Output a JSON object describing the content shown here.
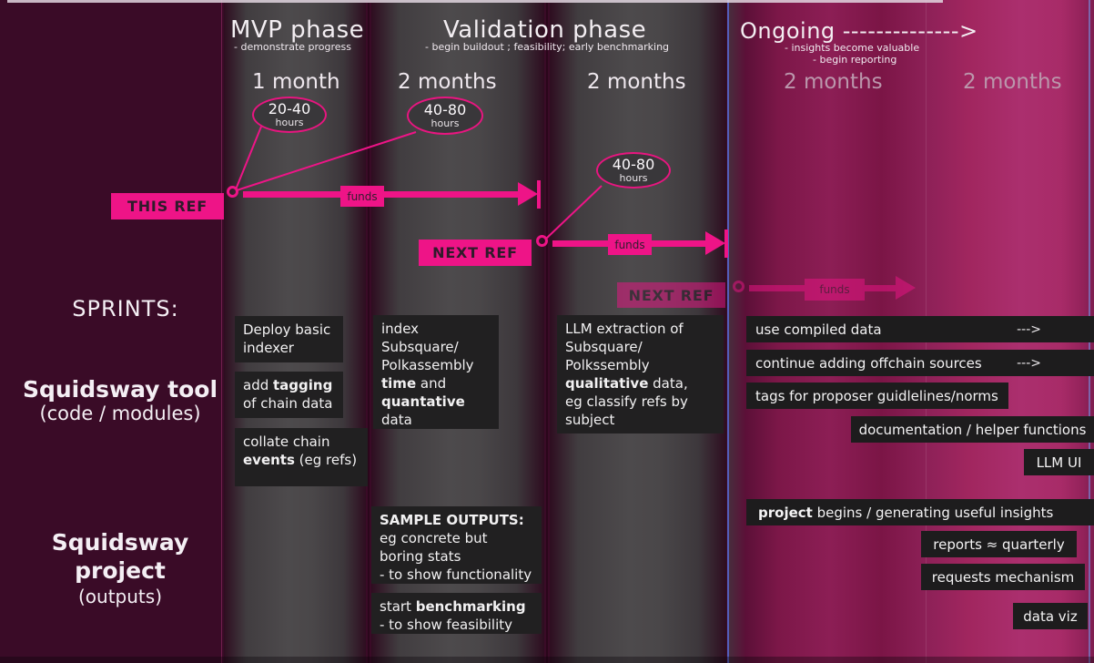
{
  "colors": {
    "accent_pink": "#ee1487",
    "task_box_dark": "#212021",
    "bar_dark": "#1d1c1d",
    "bg_maroon": "#3a0b27",
    "bg_magenta_right": "#9c2260",
    "band_gray": "#4d4a4c",
    "muted_duration": "#bb97ac"
  },
  "phases": {
    "mvp": {
      "title": "MVP phase",
      "subtitle": "- demonstrate progress"
    },
    "validation": {
      "title": "Validation phase",
      "subtitle": "- begin buildout ; feasibility; early benchmarking"
    },
    "ongoing": {
      "title": "Ongoing  -------------->",
      "subtitle1": "- insights become valuable",
      "subtitle2": "- begin reporting"
    }
  },
  "durations": [
    "1 month",
    "2 months",
    "2 months",
    "2 months",
    "2 months"
  ],
  "hour_ovals": [
    {
      "range": "20-40",
      "unit": "hours"
    },
    {
      "range": "40-80",
      "unit": "hours"
    },
    {
      "range": "40-80",
      "unit": "hours"
    }
  ],
  "funding": {
    "this_ref": "THIS REF",
    "next_ref": "NEXT REF",
    "next_ref_faded": "NEXT REF",
    "funds1": "funds",
    "funds2": "funds",
    "funds3": "funds"
  },
  "left_labels": {
    "sprints": "SPRINTS:",
    "tool_title": "Squidsway tool",
    "tool_sub": "(code / modules)",
    "project_line1": "Squidsway",
    "project_line2": "project",
    "project_sub": "(outputs)"
  },
  "tool_tasks": {
    "deploy_indexer": [
      [
        {
          "t": "Deploy basic"
        }
      ],
      [
        {
          "t": "indexer"
        }
      ]
    ],
    "add_tagging": [
      [
        {
          "t": "add "
        },
        {
          "t": "tagging",
          "b": true
        }
      ],
      [
        {
          "t": "of chain data"
        }
      ]
    ],
    "collate_events": [
      [
        {
          "t": "collate chain"
        }
      ],
      [
        {
          "t": "events",
          "b": true
        },
        {
          "t": " (eg refs)"
        }
      ]
    ],
    "index_subsquare": [
      [
        {
          "t": "index"
        }
      ],
      [
        {
          "t": "Subsquare/"
        }
      ],
      [
        {
          "t": "Polkassembly"
        }
      ],
      [
        {
          "t": "time",
          "b": true
        },
        {
          "t": " and"
        }
      ],
      [
        {
          "t": "quantative",
          "b": true
        }
      ],
      [
        {
          "t": "data"
        }
      ]
    ],
    "llm_extraction": [
      [
        {
          "t": "LLM extraction of"
        }
      ],
      [
        {
          "t": "Subsquare/"
        }
      ],
      [
        {
          "t": "Polkssembly"
        }
      ],
      [
        {
          "t": "qualitative",
          "b": true
        },
        {
          "t": " data,"
        }
      ],
      [
        {
          "t": "eg classify refs by"
        }
      ],
      [
        {
          "t": "subject"
        }
      ]
    ]
  },
  "project_tasks": {
    "sample_outputs": [
      [
        {
          "t": "SAMPLE OUTPUTS:",
          "b": true
        }
      ],
      [
        {
          "t": "eg concrete but"
        }
      ],
      [
        {
          "t": "boring stats"
        }
      ],
      [
        {
          "t": "- to show functionality"
        }
      ]
    ],
    "start_benchmarking": [
      [
        {
          "t": "start "
        },
        {
          "t": "benchmarking",
          "b": true
        }
      ],
      [
        {
          "t": "- to show feasibility"
        }
      ]
    ]
  },
  "ongoing_bars": {
    "use_compiled": {
      "label": [
        [
          {
            "t": "use compiled data"
          }
        ]
      ],
      "arrow": "--->"
    },
    "offchain_sources": {
      "label": [
        [
          {
            "t": "continue adding offchain sources"
          }
        ]
      ],
      "arrow": "--->"
    },
    "tags_norms": {
      "label": [
        [
          {
            "t": "tags for proposer guidlelines/norms"
          }
        ]
      ]
    },
    "documentation": {
      "label": [
        [
          {
            "t": "documentation / helper functions"
          }
        ]
      ]
    },
    "llm_ui": {
      "label": [
        [
          {
            "t": "LLM UI"
          }
        ]
      ]
    }
  },
  "project_bars": {
    "project_begins": {
      "label": [
        [
          {
            "t": "project",
            "b": true
          },
          {
            "t": " begins / generating useful insights"
          }
        ]
      ]
    },
    "reports_quarterly": {
      "label": [
        [
          {
            "t": "reports ≈ quarterly"
          }
        ]
      ]
    },
    "requests_mechanism": {
      "label": [
        [
          {
            "t": "requests mechanism"
          }
        ]
      ]
    },
    "data_viz": {
      "label": [
        [
          {
            "t": "data viz"
          }
        ]
      ]
    }
  }
}
